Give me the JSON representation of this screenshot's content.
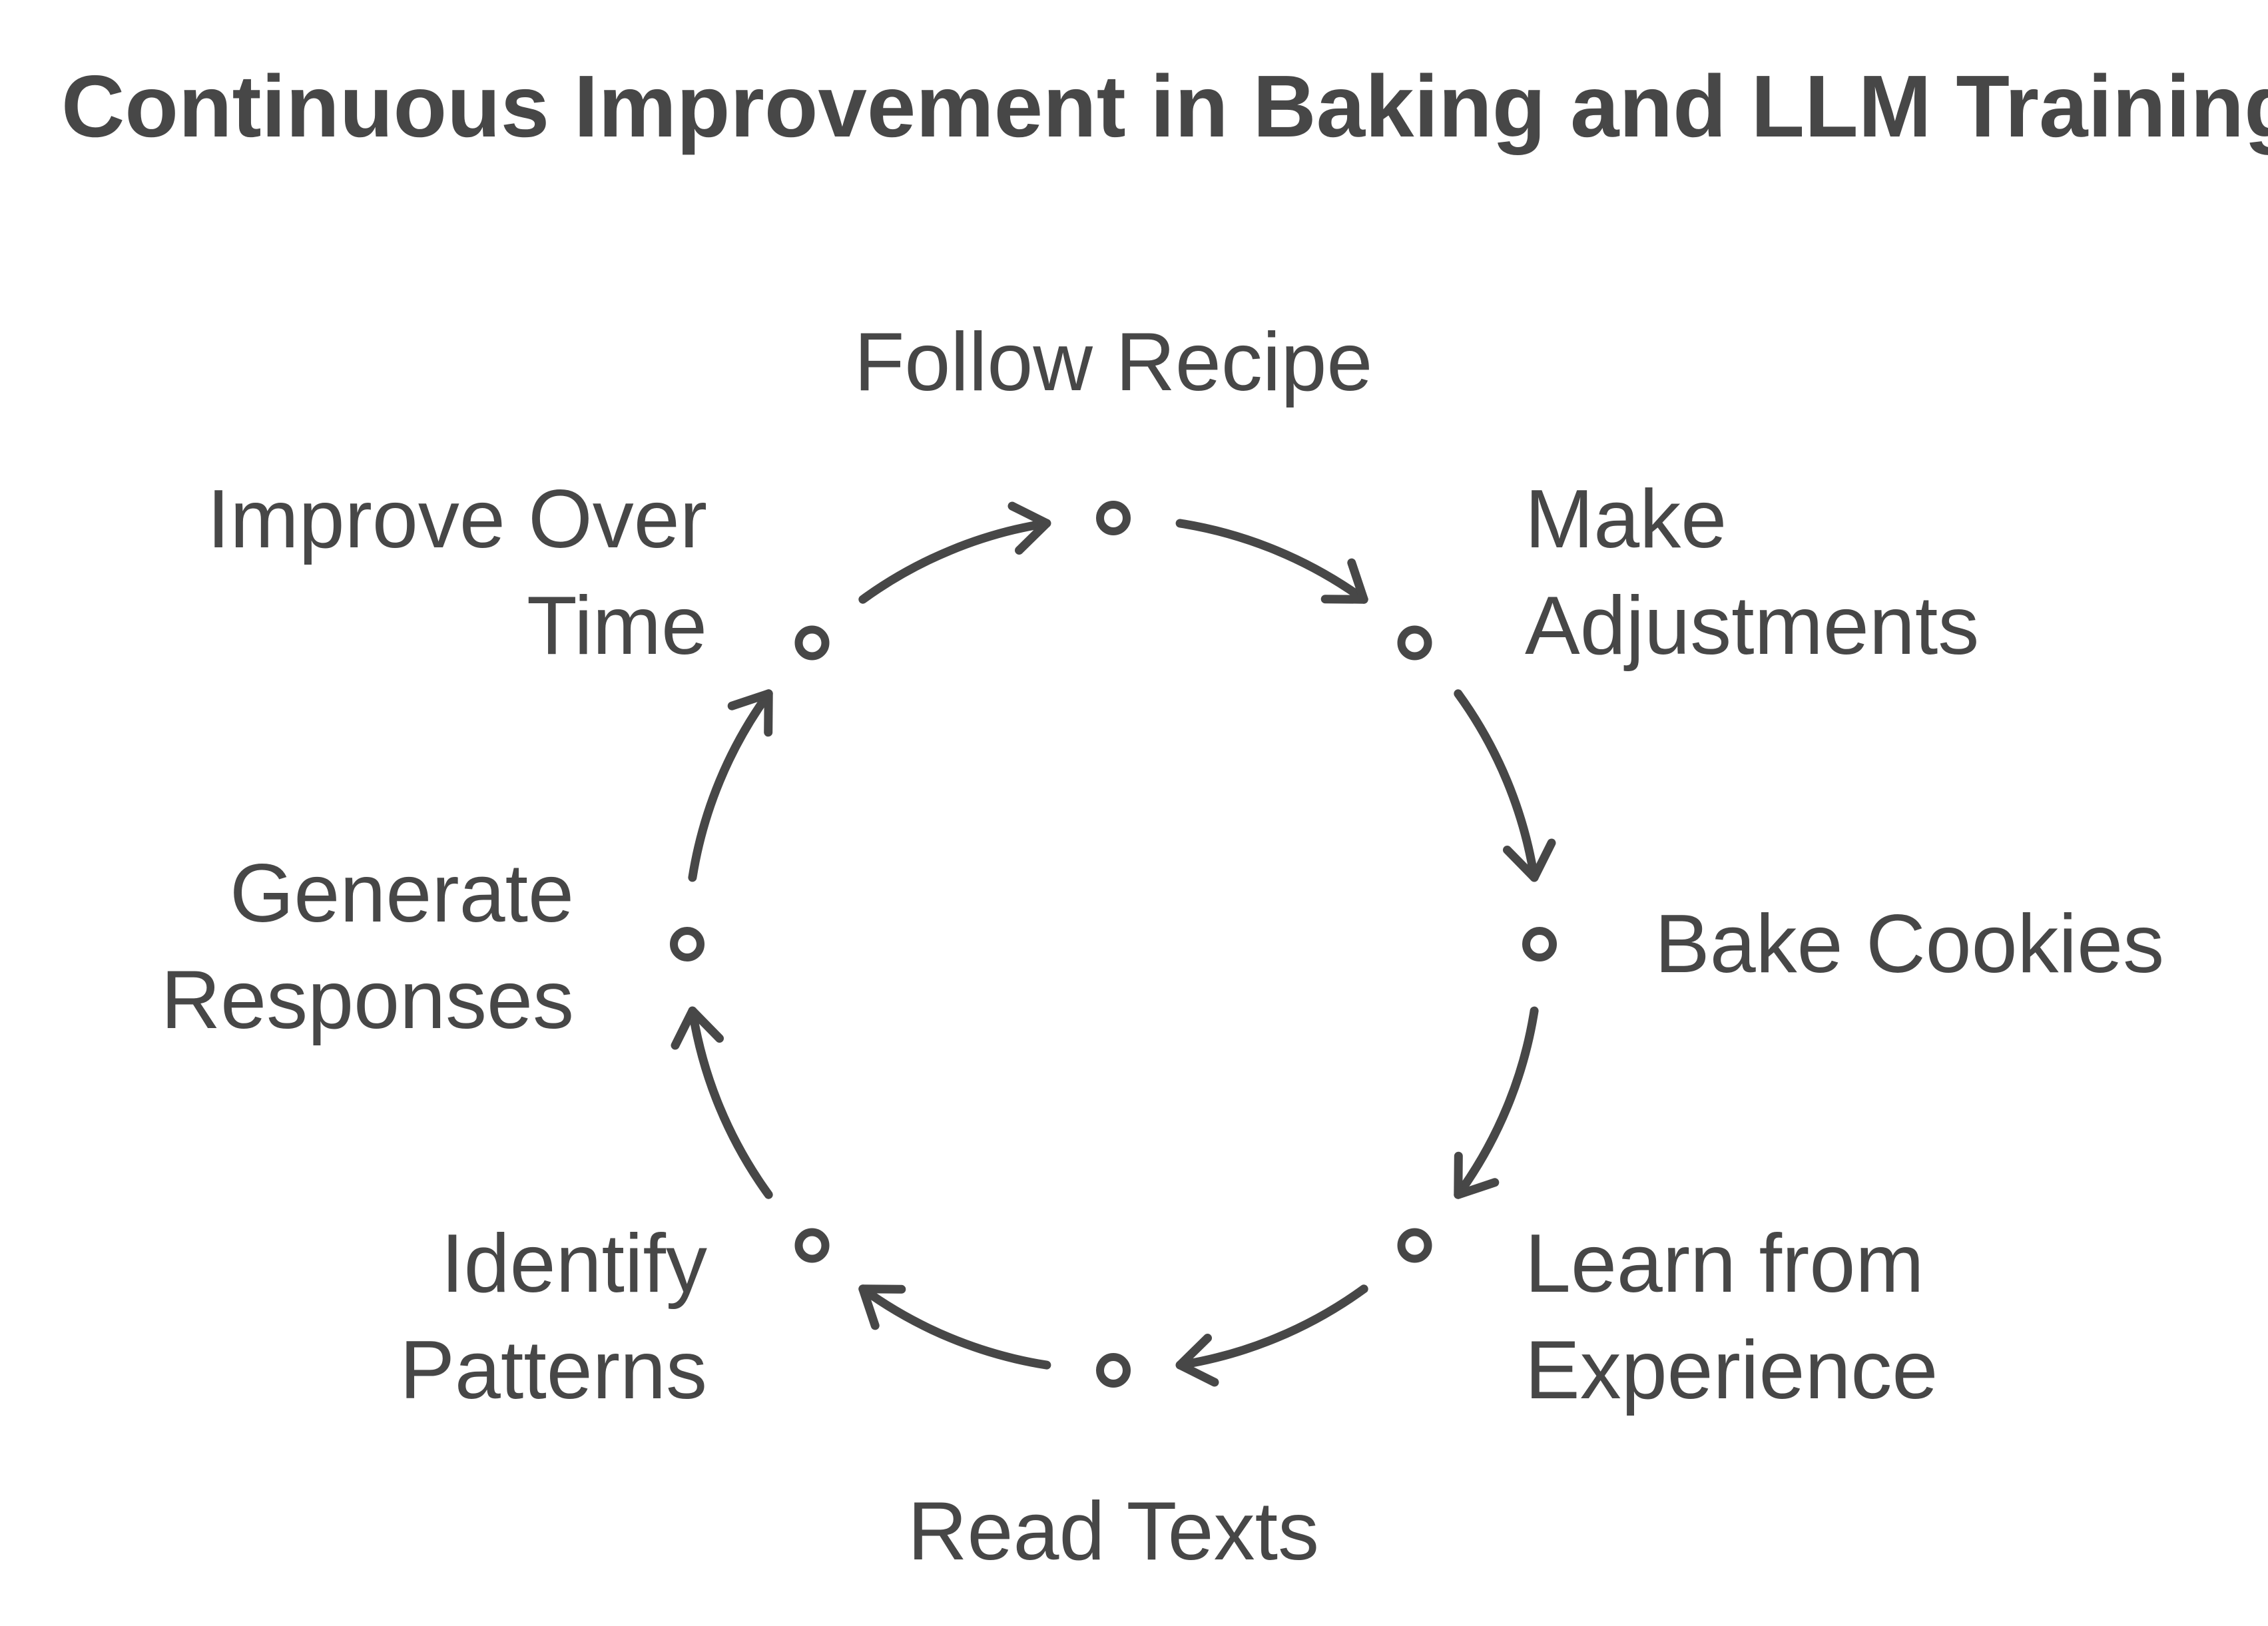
{
  "title": "Continuous Improvement in Baking and LLM Training",
  "steps": [
    {
      "lines": [
        "Follow Recipe"
      ]
    },
    {
      "lines": [
        "Make",
        "Adjustments"
      ]
    },
    {
      "lines": [
        "Bake Cookies"
      ]
    },
    {
      "lines": [
        "Learn from",
        "Experience"
      ]
    },
    {
      "lines": [
        "Read Texts"
      ]
    },
    {
      "lines": [
        "Identify",
        "Patterns"
      ]
    },
    {
      "lines": [
        "Generate",
        "Responses"
      ]
    },
    {
      "lines": [
        "Improve Over",
        "Time"
      ]
    }
  ],
  "flow_direction": "clockwise",
  "colors": {
    "ink": "#474747",
    "background": "#ffffff"
  }
}
